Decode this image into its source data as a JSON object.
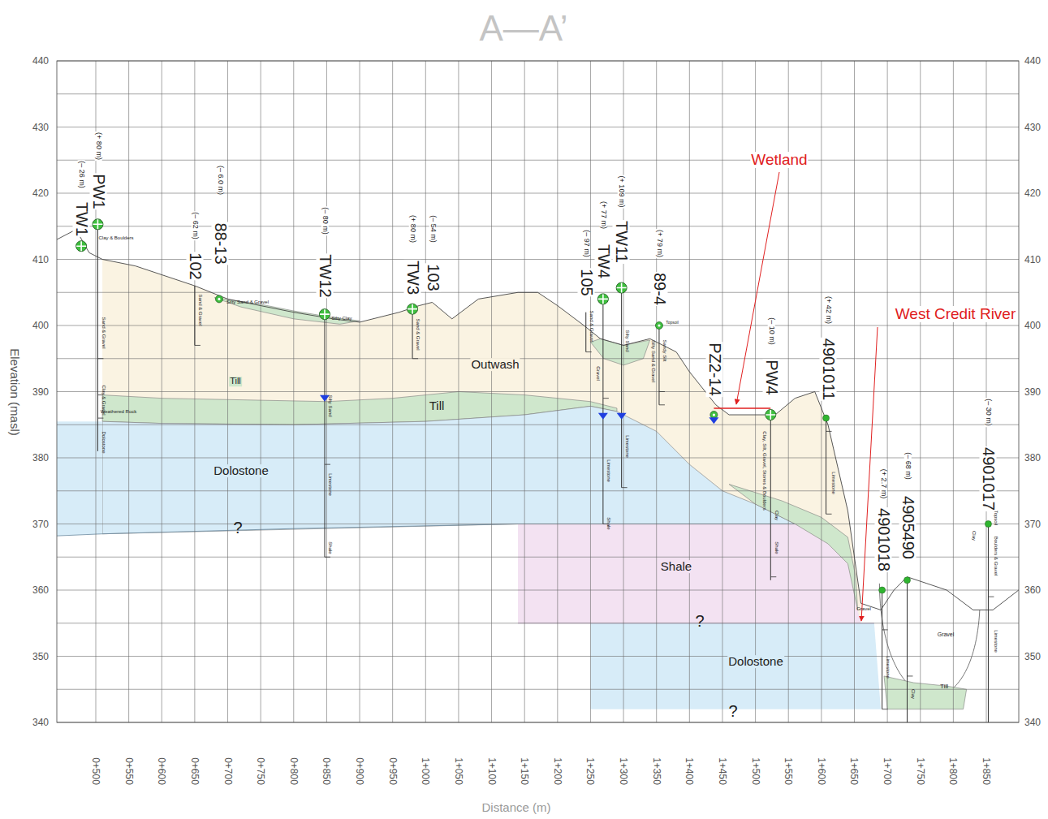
{
  "diagram": {
    "title": "A—A’",
    "labels": [
      "Elevation (masl)",
      "Distance (m)",
      "440",
      "430",
      "420",
      "410",
      "400",
      "390",
      "380",
      "370",
      "360",
      "350",
      "340",
      "440",
      "430",
      "420",
      "410",
      "400",
      "390",
      "380",
      "370",
      "360",
      "350",
      "340",
      "0+500",
      "0+550",
      "0+600",
      "0+650",
      "0+700",
      "0+750",
      "0+800",
      "0+850",
      "0+900",
      "0+950",
      "1+000",
      "1+050",
      "1+100",
      "1+150",
      "1+200",
      "1+250",
      "1+300",
      "1+350",
      "1+400",
      "1+450",
      "1+500",
      "1+550",
      "1+600",
      "1+650",
      "1+700",
      "1+750",
      "1+800",
      "1+850",
      "(– 26 m)",
      "TW1",
      "(+ 80 m)",
      "PW1",
      "(– 62 m)",
      "102",
      "(– 6.0 m)",
      "88-13",
      "(– 80 m)",
      "TW12",
      "(+ 80 m)",
      "TW3",
      "(– 54 m)",
      "103",
      "(– 97 m)",
      "105",
      "(+ 77 m)",
      "TW4",
      "(+ 109 m)",
      "TW11",
      "(+ 79 m)",
      "89-4",
      "PZ2-14",
      "(– 10 m)",
      "PW4",
      "(+ 42 m)",
      "4901011",
      "(+ 2.7 m)",
      "4901018",
      "(– 68 m)",
      "4905490",
      "(– 30 m)",
      "4901017",
      "Outwash",
      "Till",
      "Till",
      "Dolostone",
      "?",
      "Shale",
      "?",
      "Dolostone",
      "?",
      "Wetland",
      "West Credit River",
      "Clay & Boulders",
      "Sand & Gravel",
      "Clay & Gravel",
      "Weathered Rock",
      "Dolostone",
      "Sand & Gravel",
      "Silty Sand & Gravel",
      "Silty Clay",
      "Silty Sand",
      "Limestone",
      "Shale",
      "Sand & Gravel",
      "Sand & Gravel",
      "Gravel",
      "Limestone",
      "Shale",
      "Silty Sand",
      "Limestone",
      "Topsoil",
      "Sandy Silt",
      "Silty Sand & Gravel",
      "Clay, Silt, Gravel, Stones & Boulders",
      "Clay",
      "Shale",
      "Limestone",
      "Gravel",
      "Limestone",
      "Clay",
      "Gravel",
      "Till",
      "Topsoil",
      "Boulders & Gravel",
      "Clay",
      "Limestone"
    ]
  }
}
